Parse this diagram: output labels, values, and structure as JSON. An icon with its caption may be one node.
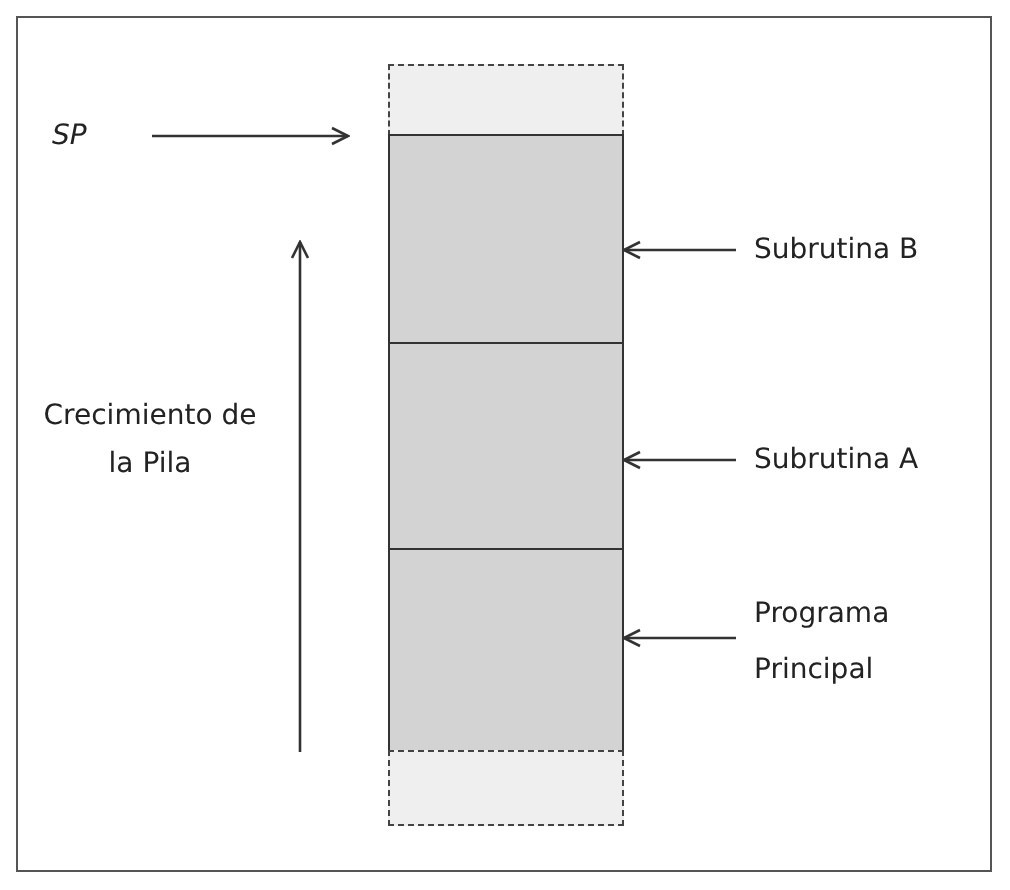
{
  "diagram": {
    "nodes": [
      {
        "text": [],
        "shape": "box"
      },
      {
        "text": [],
        "shape": "box"
      },
      {
        "text": [],
        "shape": "box"
      },
      {
        "text": [],
        "shape": "box"
      },
      {
        "text": [],
        "shape": "box"
      },
      {
        "text": [
          "SP"
        ]
      },
      {
        "text": [
          "Subrutina B"
        ]
      },
      {
        "text": [
          "Subrutina A"
        ]
      },
      {
        "text": [
          "Programa Principal"
        ]
      }
    ],
    "edges": [
      {
        "from": 5,
        "to": 1,
        "arrow": "to"
      },
      {
        "from": 6,
        "to": 1,
        "arrow": "to"
      },
      {
        "from": 7,
        "to": 2,
        "arrow": "to"
      },
      {
        "from": 8,
        "to": 3,
        "arrow": "to"
      }
    ],
    "labels": [
      "Crecimiento de la Pila"
    ]
  }
}
